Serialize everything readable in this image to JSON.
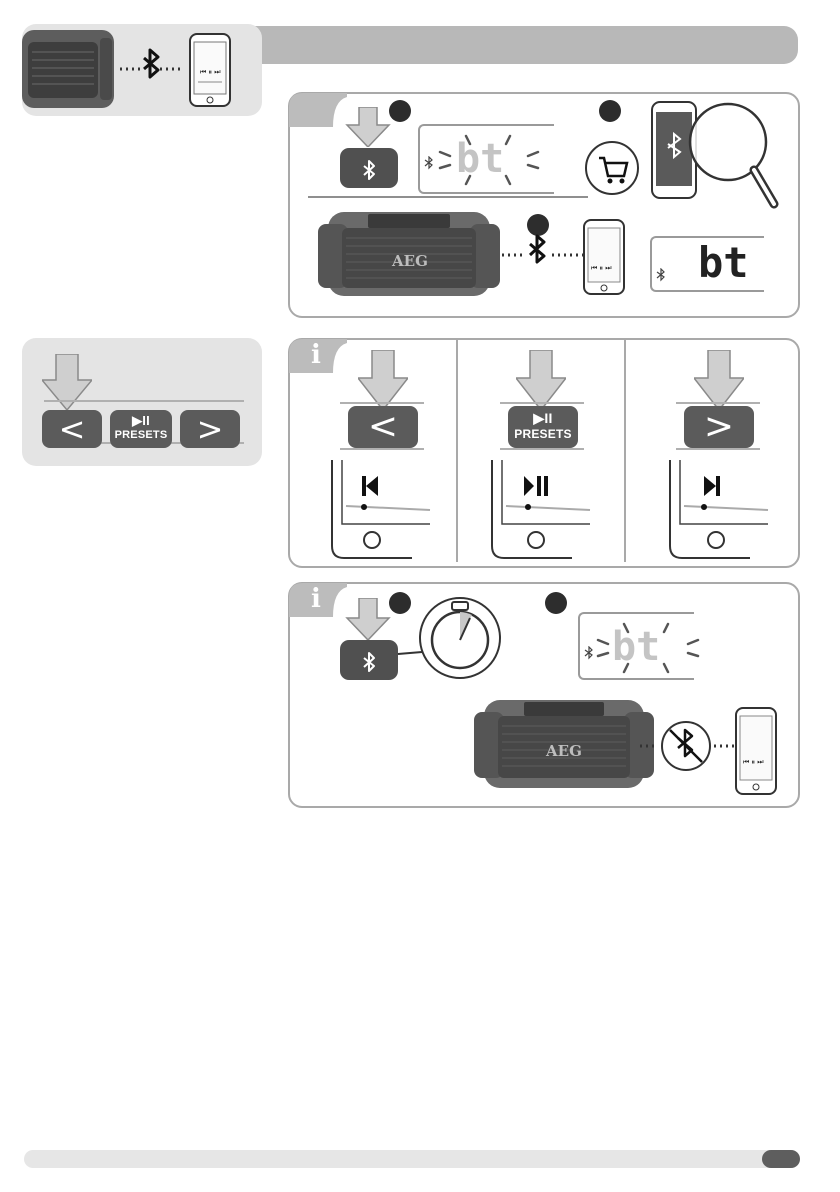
{
  "section": {
    "title": ""
  },
  "colors": {
    "dark_button": "#505050",
    "arrow": "#c8c8c8",
    "panel_border": "#a9a9a9",
    "title_bar": "#b8b8b8",
    "card": "#e4e4e4"
  },
  "icons": {
    "bluetooth": "bluetooth-icon",
    "cart": "shopping-cart-icon",
    "magnifier": "magnifier-icon",
    "timer": "stopwatch-icon",
    "prev": "previous-track-icon",
    "play_pause": "play-pause-icon",
    "next": "next-track-icon",
    "unpaired": "bluetooth-crossed-icon"
  },
  "pairing_panel": {
    "display_text_blinking": "bt",
    "display_text_steady": "bt",
    "speaker_brand": "AEG"
  },
  "controls_card": {
    "prev_label": "<",
    "presets_label": "PRESETS",
    "next_label": ">"
  },
  "controls_panel": {
    "tab_label": "i",
    "prev_label": "<",
    "presets_label": "PRESETS",
    "next_label": ">"
  },
  "disconnect_panel": {
    "tab_label": "i",
    "display_text_blinking": "bt",
    "speaker_brand": "AEG"
  }
}
